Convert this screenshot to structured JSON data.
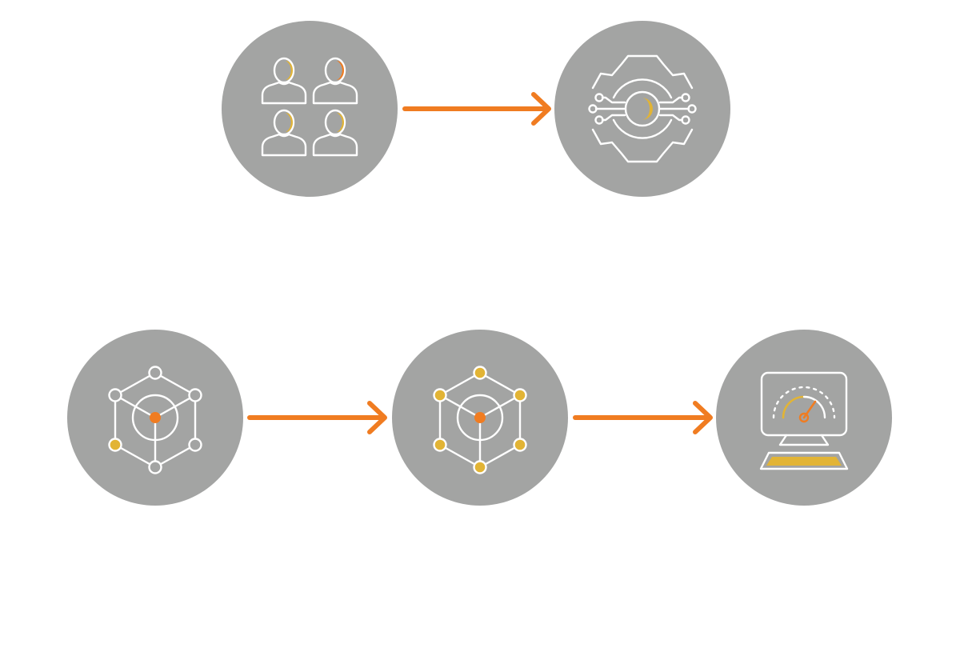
{
  "colors": {
    "circle": "#a3a4a3",
    "line": "#ffffff",
    "arrow": "#f07c21",
    "accent_yellow": "#e2b435",
    "accent_orange": "#f07c21"
  },
  "nodes": [
    {
      "id": "n1",
      "icon": "people-group-icon"
    },
    {
      "id": "n2",
      "icon": "gear-circuit-icon"
    },
    {
      "id": "n3",
      "icon": "network-cube-icon"
    },
    {
      "id": "n4",
      "icon": "network-cube-icon"
    },
    {
      "id": "n5",
      "icon": "performance-monitor-icon"
    }
  ],
  "edges": [
    {
      "from": "n1",
      "to": "n2"
    },
    {
      "from": "n3",
      "to": "n4"
    },
    {
      "from": "n4",
      "to": "n5"
    }
  ],
  "cube_states": {
    "n3": {
      "top": "white",
      "upper_left": "white",
      "upper_right": "white",
      "lower_left": "yellow",
      "lower_right": "white",
      "bottom": "white",
      "center": "orange"
    },
    "n4": {
      "top": "yellow",
      "upper_left": "yellow",
      "upper_right": "yellow",
      "lower_left": "yellow",
      "lower_right": "yellow",
      "bottom": "yellow",
      "center": "orange"
    }
  }
}
